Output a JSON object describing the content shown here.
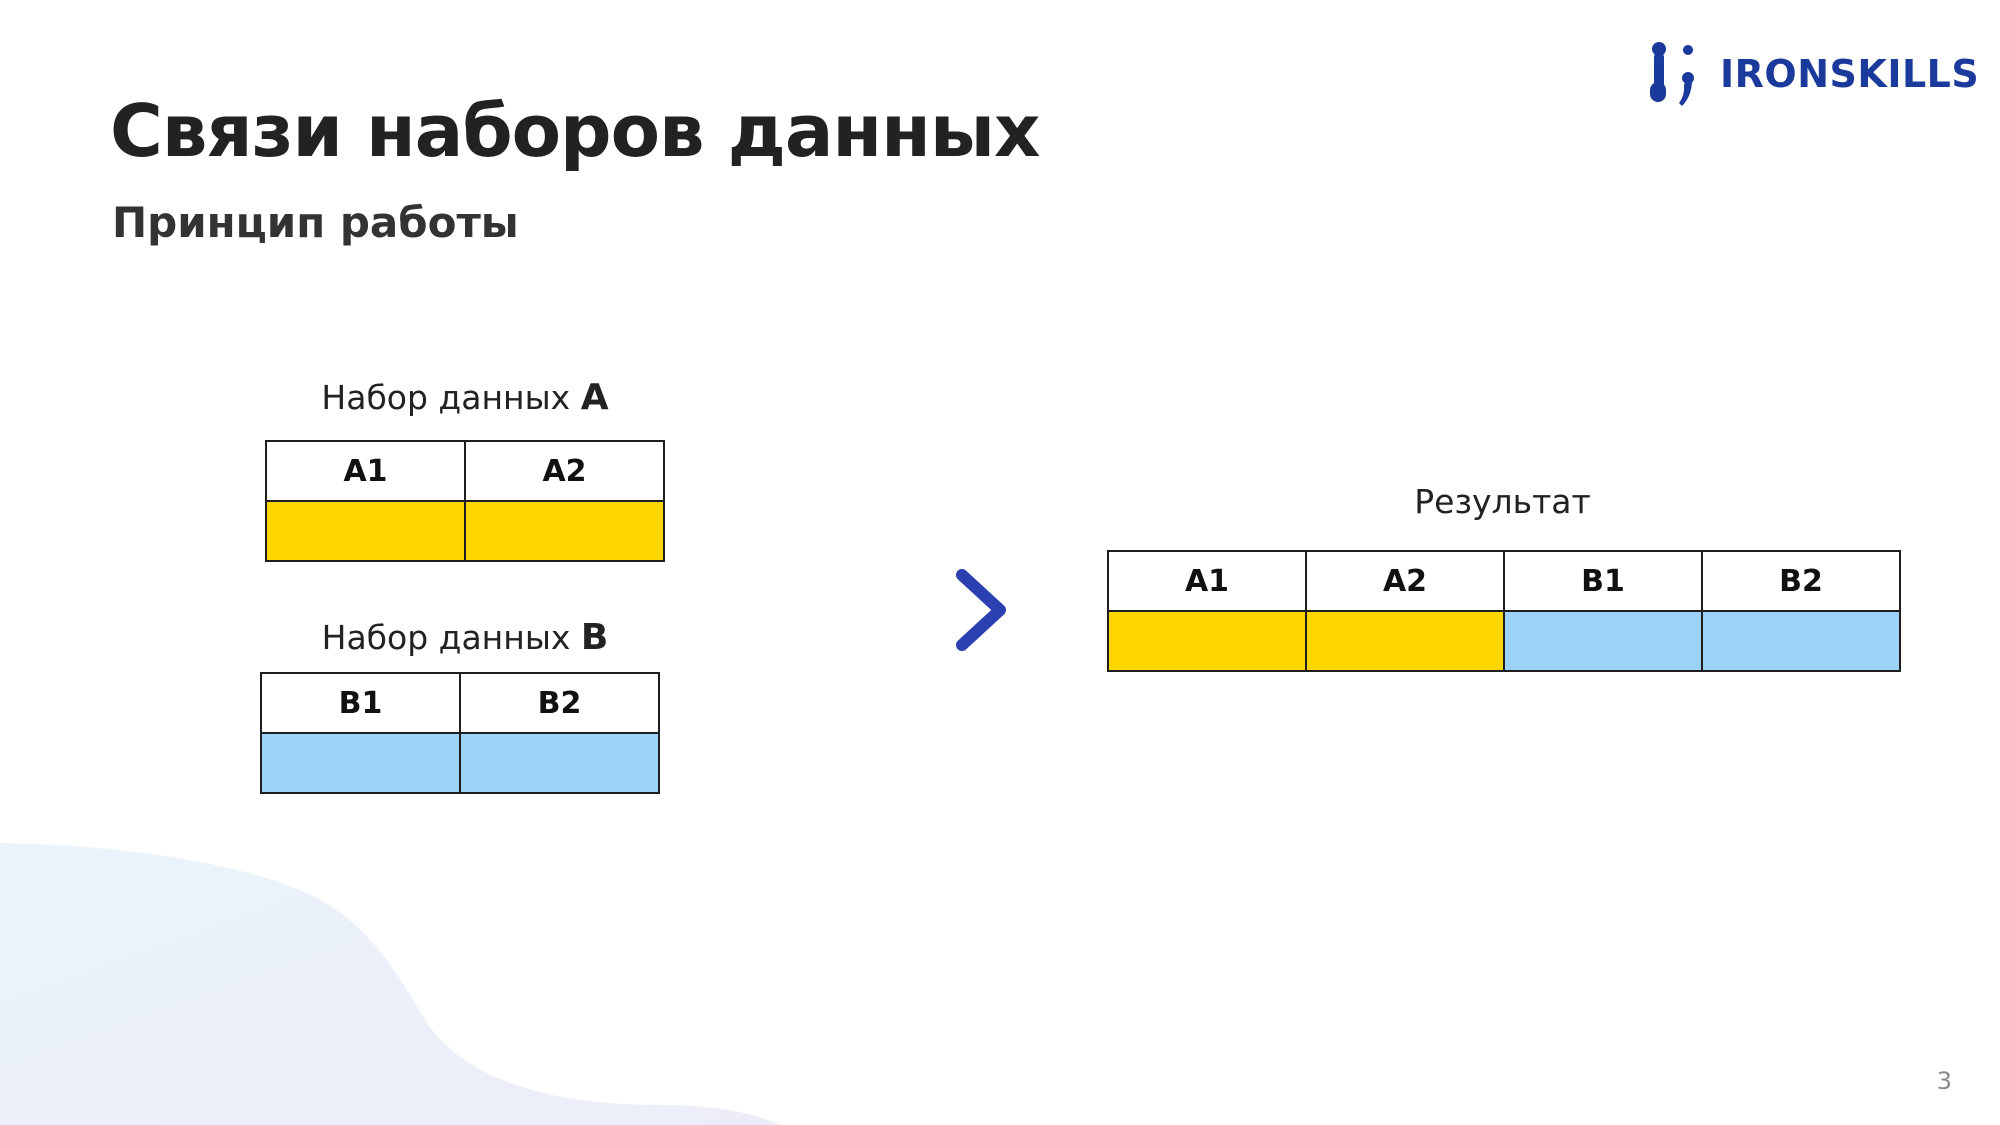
{
  "brand": {
    "name": "IRONSKILLS",
    "color": "#1a3a9c"
  },
  "slide": {
    "title": "Связи наборов данных",
    "subtitle": "Принцип работы",
    "page_number": "3"
  },
  "colors": {
    "dataset_a": "#ffd600",
    "dataset_b": "#9bd2f6",
    "arrow_start": "#1a7fd0",
    "arrow_end": "#2a3fb0"
  },
  "dataset_a": {
    "caption_prefix": "Набор данных",
    "caption_letter": "A",
    "columns": [
      "A1",
      "A2"
    ]
  },
  "dataset_b": {
    "caption_prefix": "Набор данных",
    "caption_letter": "B",
    "columns": [
      "B1",
      "B2"
    ]
  },
  "result": {
    "caption": "Результат",
    "columns": [
      "A1",
      "A2",
      "B1",
      "B2"
    ]
  },
  "icons": {
    "logo": "ironskills-logo-icon",
    "arrow": "arrow-right-icon"
  }
}
